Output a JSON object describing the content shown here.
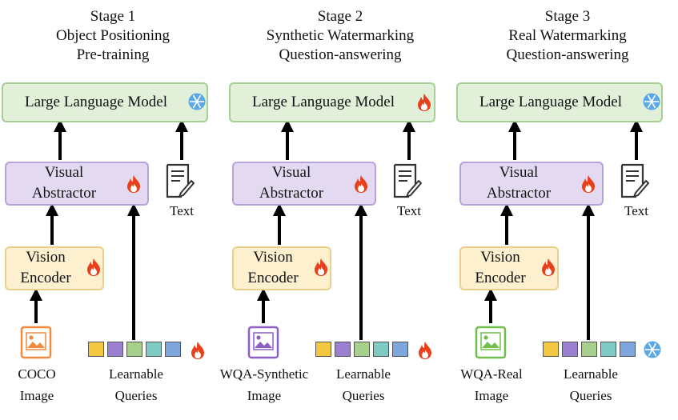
{
  "colors": {
    "llm_fill": "#e2f0da",
    "llm_border": "#a6cf95",
    "abstractor_fill": "#e3daf2",
    "abstractor_border": "#b8a2dc",
    "encoder_fill": "#fcf0cf",
    "encoder_border": "#ecd08a",
    "flame": "#e8401c",
    "snowflake": "#5aa9e6",
    "query_colors": [
      "#f5c842",
      "#9b7fd0",
      "#a8d08d",
      "#7fcac3",
      "#7ea6dd"
    ]
  },
  "stages": [
    {
      "title": "Stage 1",
      "subtitle_line1": "Object Positioning",
      "subtitle_line2": "Pre-training",
      "llm_label": "Large Language Model",
      "llm_icon": "snowflake-icon",
      "abstractor_line1": "Visual",
      "abstractor_line2": "Abstractor",
      "abstractor_icon": "flame-icon",
      "encoder_line1": "Vision",
      "encoder_line2": "Encoder",
      "encoder_icon": "flame-icon",
      "text_label": "Text",
      "image_line1": "COCO",
      "image_line2": "Image",
      "image_icon_color": "#f08a3e",
      "queries_line1": "Learnable",
      "queries_line2": "Queries",
      "queries_icon": "flame-icon"
    },
    {
      "title": "Stage 2",
      "subtitle_line1": "Synthetic Watermarking",
      "subtitle_line2": "Question-answering",
      "llm_label": "Large Language Model",
      "llm_icon": "flame-icon",
      "abstractor_line1": "Visual",
      "abstractor_line2": "Abstractor",
      "abstractor_icon": "flame-icon",
      "encoder_line1": "Vision",
      "encoder_line2": "Encoder",
      "encoder_icon": "flame-icon",
      "text_label": "Text",
      "image_line1": "WQA-Synthetic",
      "image_line2": "Image",
      "image_icon_color": "#8e5ec4",
      "queries_line1": "Learnable",
      "queries_line2": "Queries",
      "queries_icon": "flame-icon"
    },
    {
      "title": "Stage 3",
      "subtitle_line1": "Real Watermarking",
      "subtitle_line2": "Question-answering",
      "llm_label": "Large Language Model",
      "llm_icon": "snowflake-icon",
      "abstractor_line1": "Visual",
      "abstractor_line2": "Abstractor",
      "abstractor_icon": "flame-icon",
      "encoder_line1": "Vision",
      "encoder_line2": "Encoder",
      "encoder_icon": "flame-icon",
      "text_label": "Text",
      "image_line1": "WQA-Real",
      "image_line2": "Image",
      "image_icon_color": "#6fc04a",
      "queries_line1": "Learnable",
      "queries_line2": "Queries",
      "queries_icon": "snowflake-icon"
    }
  ]
}
